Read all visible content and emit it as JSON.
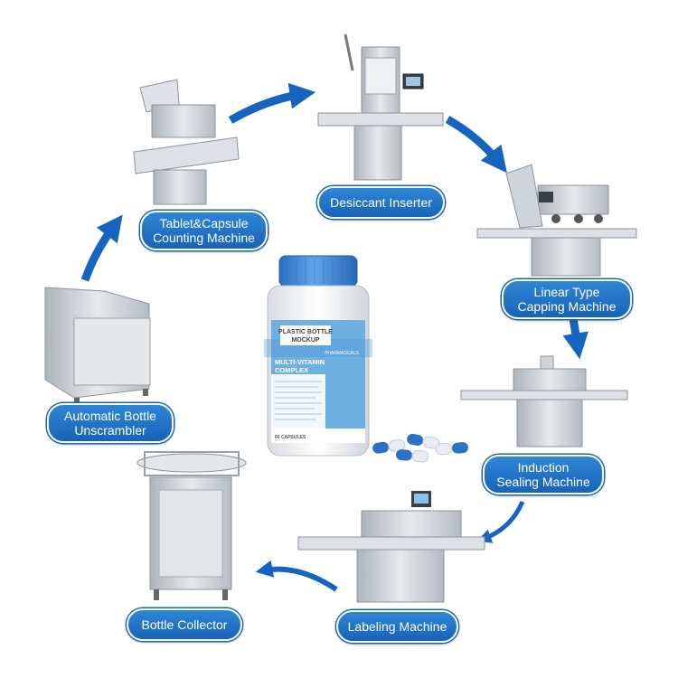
{
  "steps": [
    {
      "id": "desiccant",
      "lines": [
        "Desiccant Inserter"
      ]
    },
    {
      "id": "capping",
      "lines": [
        "Linear Type",
        "Capping Machine"
      ]
    },
    {
      "id": "sealing",
      "lines": [
        "Induction",
        "Sealing Machine"
      ]
    },
    {
      "id": "labeling",
      "lines": [
        "Labeling Machine"
      ]
    },
    {
      "id": "collector",
      "lines": [
        "Bottle Collector"
      ]
    },
    {
      "id": "unscrambler",
      "lines": [
        "Automatic Bottle",
        "Unscrambler"
      ]
    },
    {
      "id": "counting",
      "lines": [
        "Tablet&Capsule",
        "Counting Machine"
      ]
    }
  ],
  "bottle": {
    "title_line1": "PLASTIC BOTTLE",
    "title_line2": "MOCKUP",
    "brand": "PHARMADEALS",
    "product_line1": "MULTI-VITAMIN",
    "product_line2": "COMPLEX",
    "capsules": "60 CAPSULES"
  },
  "colors": {
    "label_blue": "#1b6ec2",
    "arrow_blue": "#1565c0",
    "cap_blue": "#3f86d8",
    "machine_steel": "#c9ced4"
  }
}
